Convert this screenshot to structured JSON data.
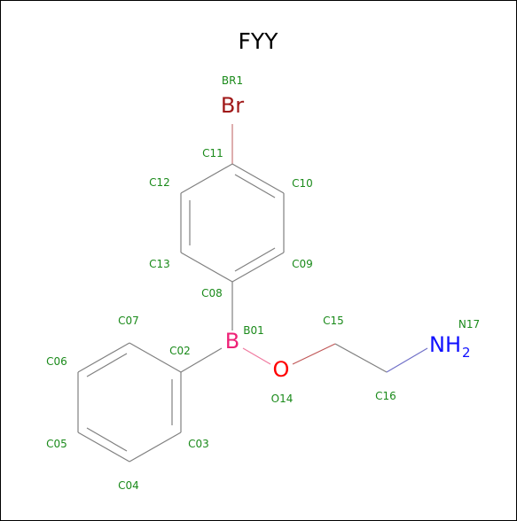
{
  "title": "FYY",
  "colors": {
    "label": "#1a8a1a",
    "bond": "#808080",
    "Br": "#a01818",
    "B": "#ee2277",
    "O": "#ff0000",
    "N": "#1010ff"
  },
  "elements": {
    "Br": "Br",
    "B": "B",
    "O": "O",
    "N": "NH",
    "N_sub": "2"
  },
  "atom_labels": {
    "BR1": "BR1",
    "C11": "C11",
    "C12": "C12",
    "C10": "C10",
    "C13": "C13",
    "C09": "C09",
    "C08": "C08",
    "B01": "B01",
    "C07": "C07",
    "C02": "C02",
    "C06": "C06",
    "C05": "C05",
    "C03": "C03",
    "C04": "C04",
    "O14": "O14",
    "C15": "C15",
    "C16": "C16",
    "N17": "N17"
  }
}
